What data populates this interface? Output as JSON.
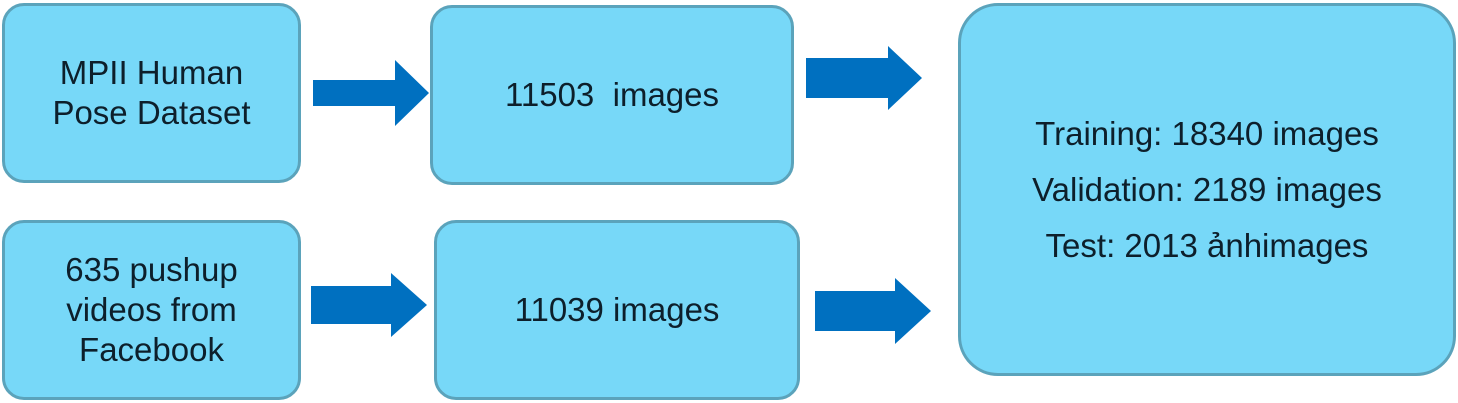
{
  "diagram": {
    "sources": [
      {
        "id": "mpii",
        "lines": [
          "MPII Human",
          "Pose Dataset"
        ]
      },
      {
        "id": "pushup",
        "lines": [
          "635 pushup",
          "videos from",
          "Facebook"
        ]
      }
    ],
    "intermediate": [
      {
        "id": "mpii-images",
        "label": "11503  images"
      },
      {
        "id": "pushup-images",
        "label": "11039 images"
      }
    ],
    "result": {
      "lines": [
        "Training: 18340 images",
        "Validation: 2189 images",
        "Test: 2013 ảnhimages"
      ]
    },
    "colors": {
      "box_fill": "#77d8f8",
      "box_border": "#5ba3bb",
      "arrow": "#0070c0"
    }
  }
}
